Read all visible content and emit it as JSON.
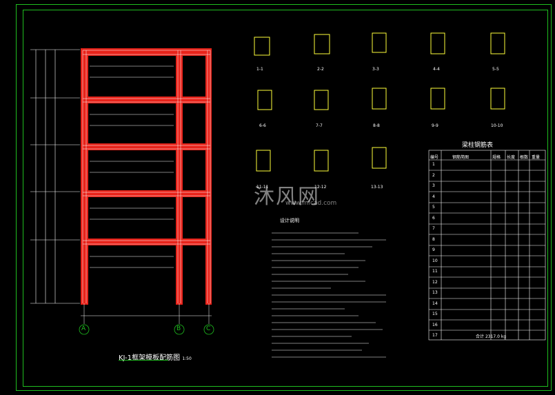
{
  "drawing": {
    "title": "KJ-1框架模板配筋图",
    "title_scale": "1:50",
    "axis_labels": [
      "A",
      "B",
      "C"
    ],
    "notes_title": "设计说明",
    "table_title": "梁柱钢筋表",
    "table_headers": [
      "编号",
      "钢筋简图",
      "规格",
      "长度",
      "根数",
      "重量"
    ],
    "table_row_numbers": [
      "1",
      "2",
      "3",
      "4",
      "5",
      "6",
      "7",
      "8",
      "9",
      "10",
      "11",
      "12",
      "13",
      "14",
      "15",
      "16",
      "17"
    ],
    "table_total_label": "合计",
    "table_total_value": "2317.0 kg",
    "section_labels": [
      "1-1",
      "2-2",
      "3-3",
      "4-4",
      "5-5",
      "6-6",
      "7-7",
      "8-8",
      "9-9",
      "10-10",
      "11-11",
      "12-12",
      "13-13"
    ],
    "watermark_main": "沐风网",
    "watermark_sub": "www.mfcad.com"
  },
  "colors": {
    "background": "#000000",
    "frame_red": "#e8231a",
    "border_green": "#1fbf1f",
    "section_yellow": "#ffff3a",
    "line_white": "#ffffff"
  }
}
